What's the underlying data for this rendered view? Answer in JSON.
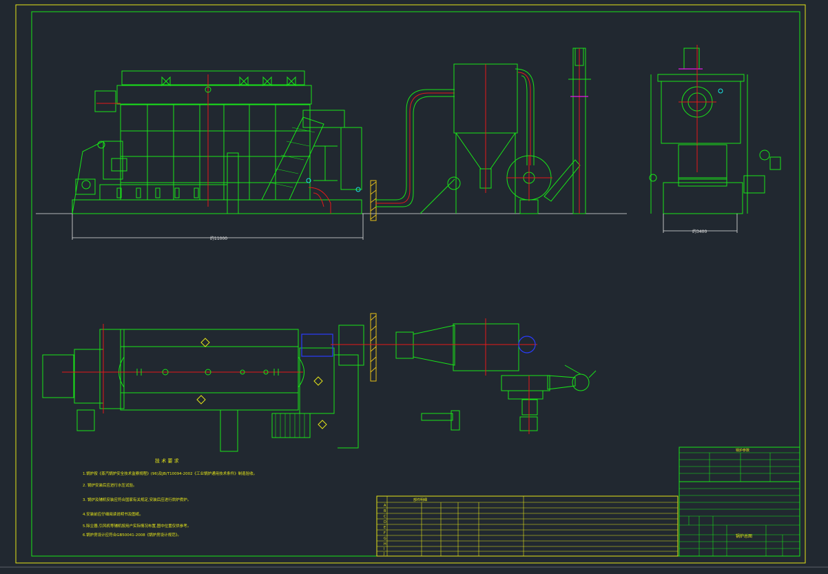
{
  "dimensions": {
    "left_width": "约11000",
    "right_width": "约3400"
  },
  "notes": {
    "title": "技 术 要 求",
    "lines": [
      "1.锅炉按《蒸汽锅炉安全技术监察规程》(96)及JB/T10094-2002《工业锅炉通用技术条件》制造验收。",
      "2. 锅炉安装后应进行水压试验。",
      "3. 锅炉及辅机安装应符合国家有关规定,安装后应进行烘炉煮炉。",
      "4.安装前应仔细阅读说明书及图纸。",
      "5.除尘器,引风机等辅机按用户实际情况布置,图中位置仅供参考。",
      "6.锅炉房设计应符合GB50041-2008《锅炉房设计规范》。"
    ]
  },
  "parts_table": {
    "title": "部件明细",
    "rows": [
      {
        "label": "A"
      },
      {
        "label": "B"
      },
      {
        "label": "C"
      },
      {
        "label": "D"
      },
      {
        "label": "E"
      },
      {
        "label": "F"
      },
      {
        "label": "G"
      },
      {
        "label": "H"
      },
      {
        "label": "I"
      },
      {
        "label": "J"
      }
    ]
  },
  "spec_table": {
    "title": "锅炉参数"
  },
  "title_block": {
    "drawing_name": "锅炉总图"
  }
}
